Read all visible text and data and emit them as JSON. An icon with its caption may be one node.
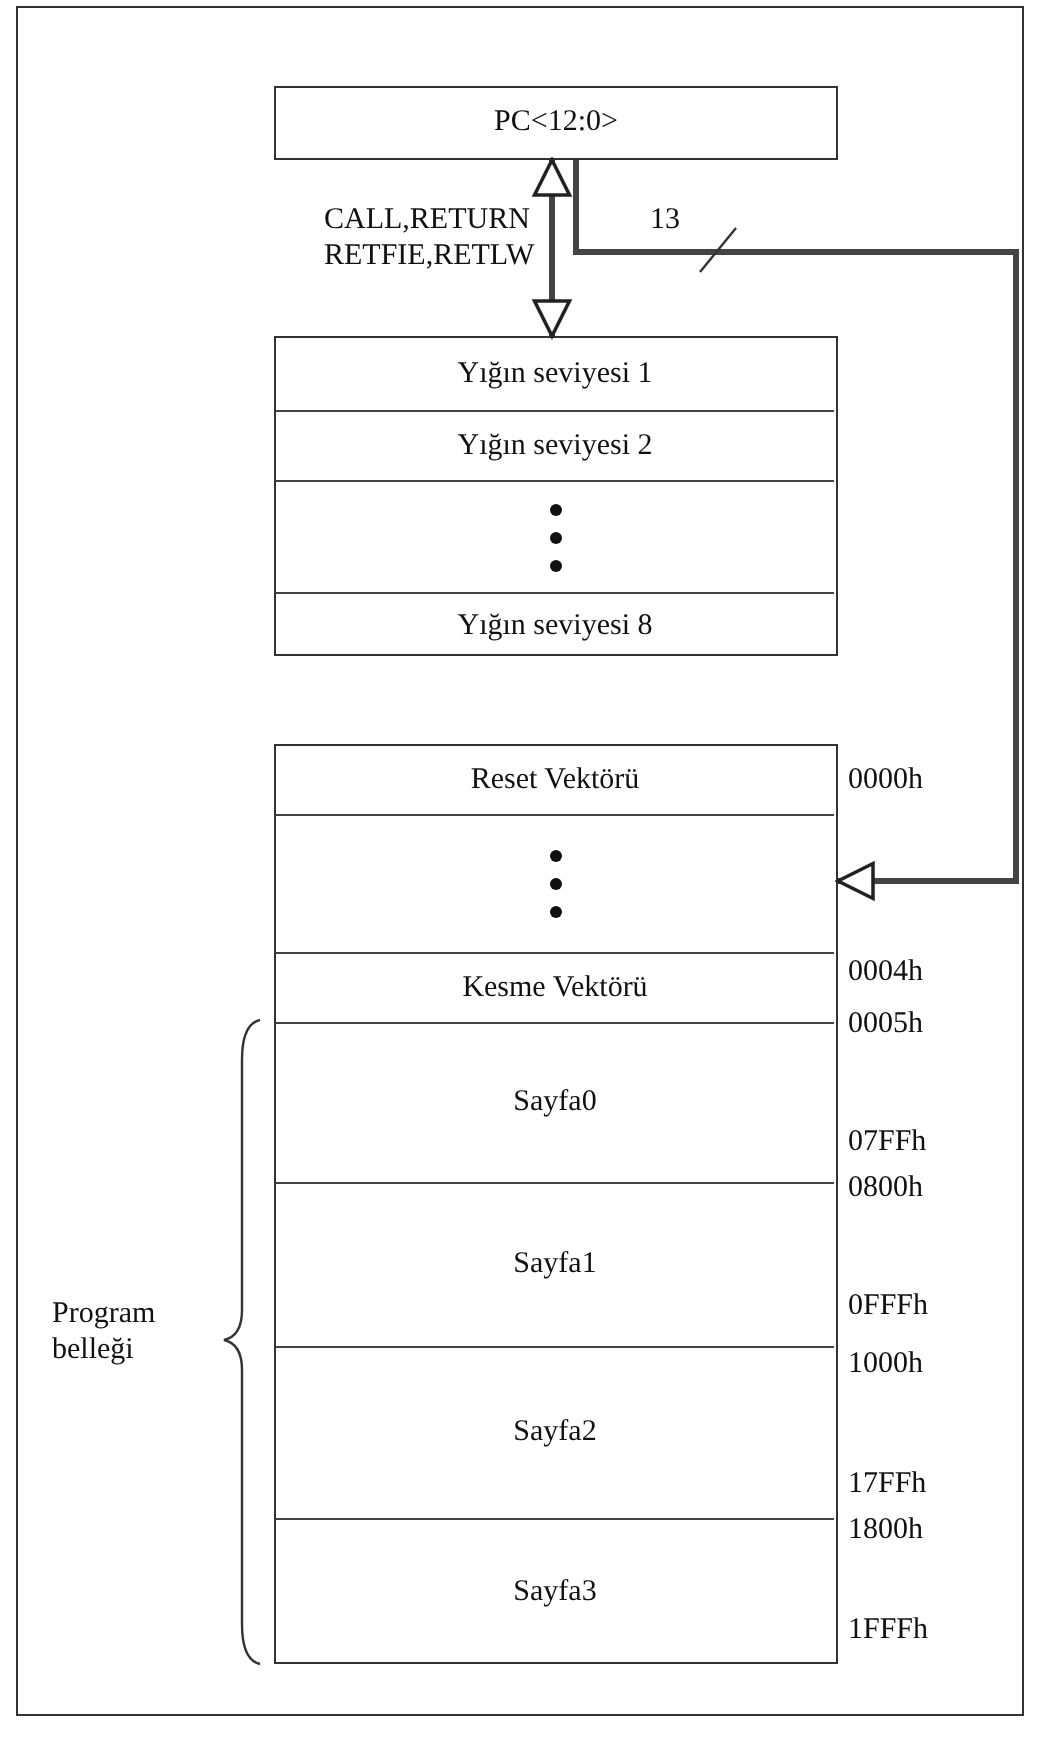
{
  "diagram": {
    "nodes": [
      {
        "text": [
          "PC<12:0>"
        ]
      },
      {
        "text": [],
        "shape": "box"
      },
      {
        "text": [
          "Yığın seviyesi 1"
        ],
        "in": 1
      },
      {
        "text": [
          "Yığın seviyesi 2"
        ],
        "in": 1
      },
      {
        "text": [],
        "shape": "box",
        "in": 1
      },
      {
        "text": [
          "Yığın seviyesi 8"
        ],
        "in": 1
      },
      {
        "text": [],
        "shape": "box"
      },
      {
        "text": [
          "Reset Vektörü"
        ],
        "in": 6
      },
      {
        "text": [],
        "shape": "box",
        "in": 6
      },
      {
        "text": [
          "Kesme Vektörü"
        ],
        "in": 6
      },
      {
        "text": [
          "Sayfa0"
        ],
        "in": 6
      },
      {
        "text": [
          "Sayfa1"
        ],
        "in": 6
      },
      {
        "text": [
          "Sayfa2"
        ],
        "in": 6
      },
      {
        "text": [
          "Sayfa3"
        ],
        "in": 6
      }
    ],
    "edges": [
      {
        "from": 0,
        "to": 1,
        "arrow": "both",
        "label": "CALL,RETURN RETFIE,RETLW"
      },
      {
        "from": 0,
        "to": 8,
        "arrow": "to",
        "label": "13"
      }
    ],
    "labels": [
      "0000h",
      "0004h",
      "0005h",
      "07FFh",
      "0800h",
      "0FFFh",
      "Program belleği",
      "1000h",
      "17FFh",
      "1800h",
      "1FFFh"
    ]
  }
}
